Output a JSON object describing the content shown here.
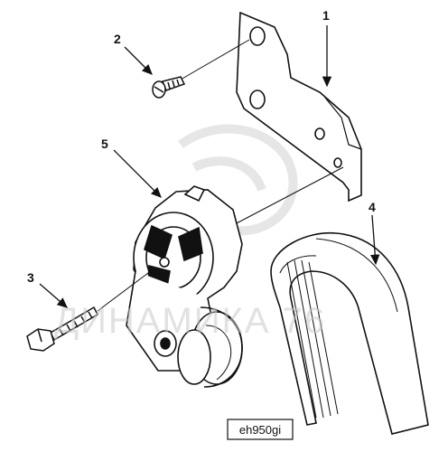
{
  "diagram": {
    "callouts": [
      {
        "id": "1",
        "label": "1"
      },
      {
        "id": "2",
        "label": "2"
      },
      {
        "id": "3",
        "label": "3"
      },
      {
        "id": "4",
        "label": "4"
      },
      {
        "id": "5",
        "label": "5"
      }
    ],
    "figure_code": "eh950gi",
    "watermark": "ДИНАМИКА 76",
    "colors": {
      "ink": "#111111",
      "background": "#ffffff",
      "watermark": "#c9c9c9"
    }
  }
}
